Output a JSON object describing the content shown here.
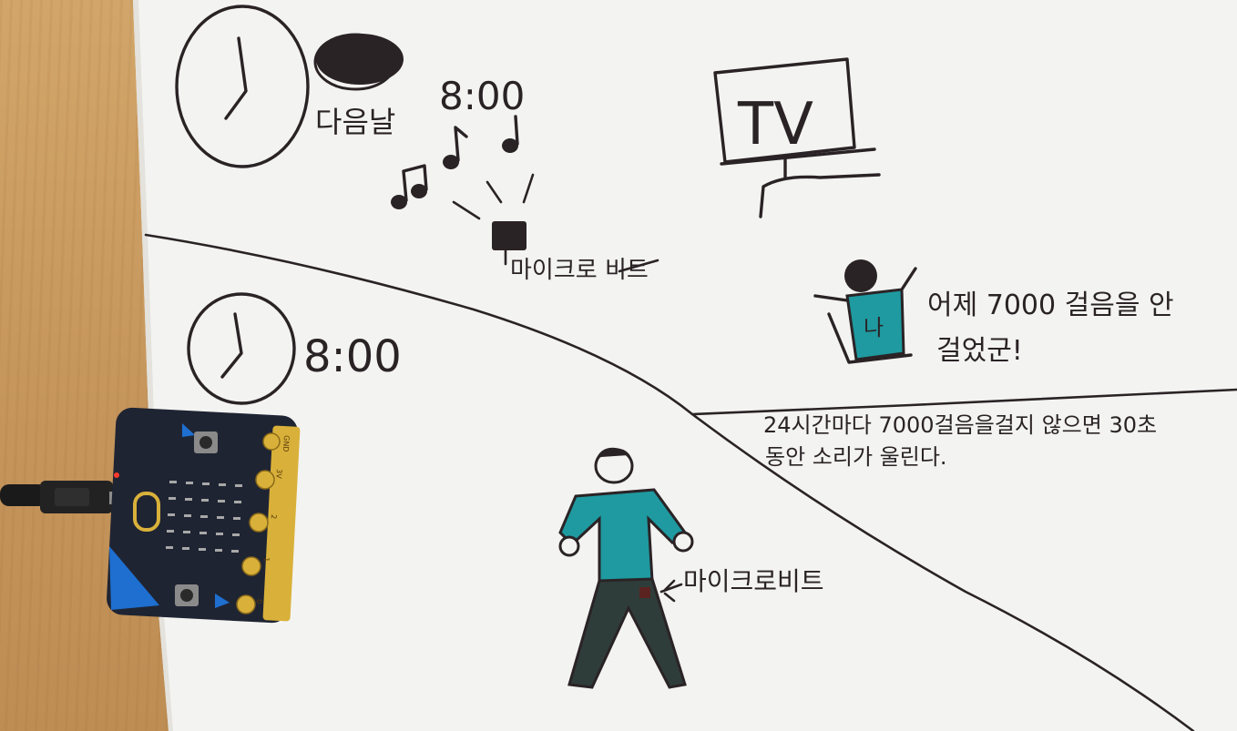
{
  "drawing": {
    "top_left": {
      "next_day_label": "다음날",
      "next_day_time": "8:00",
      "speaker_label": "마이크로 비트"
    },
    "tv": {
      "label": "TV"
    },
    "person_on_couch": {
      "badge": "나",
      "speech_line1": "어제 7000 걸음을 안",
      "speech_line2": "걸었군!"
    },
    "bottom_left": {
      "time": "8:00"
    },
    "rule_note": {
      "line1": "24시간마다 7000걸음을걸지 않으면 30초",
      "line2": "동안 소리가   울린다."
    },
    "standing_person": {
      "arrow_label": "마이크로비트"
    },
    "microbit_board": {
      "edge_labels": [
        "GND",
        "3V",
        "2",
        "1",
        "0"
      ]
    }
  },
  "colors": {
    "ink": "#2a2326",
    "teal": "#1e9aa0",
    "dark_green": "#2f3d3a",
    "board": "#1f2433",
    "board_blue": "#1e6fd0",
    "gold": "#d9b13a",
    "desk": "#c99a5e"
  }
}
